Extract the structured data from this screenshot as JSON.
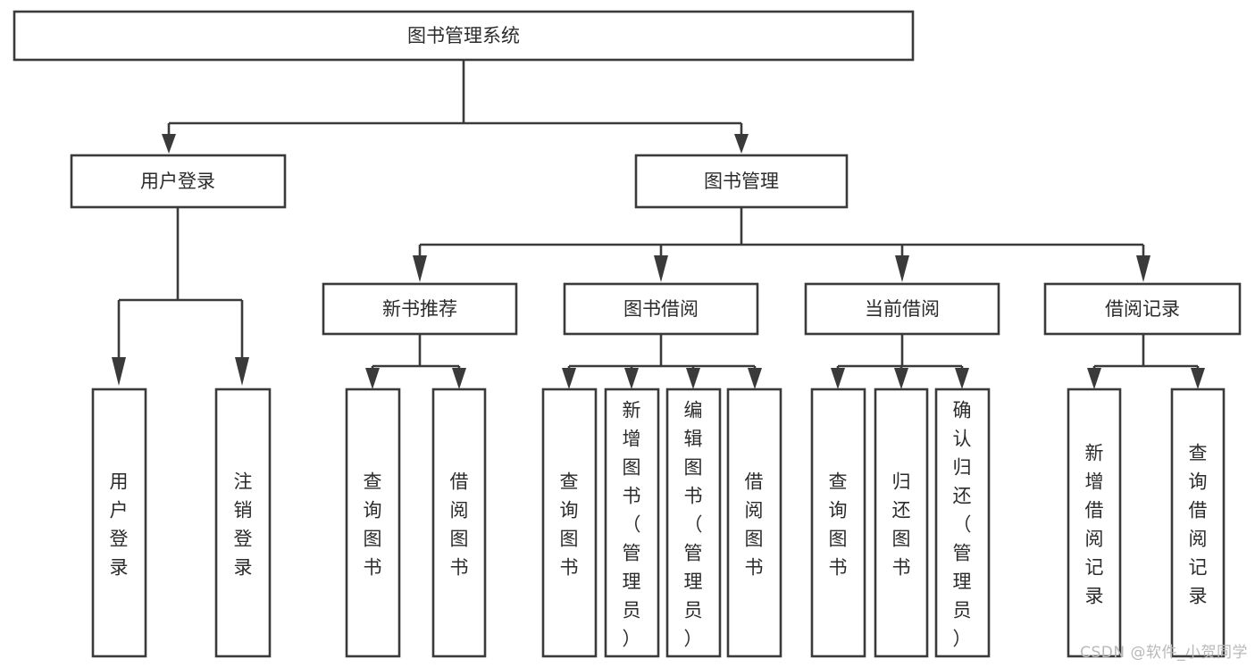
{
  "diagram": {
    "type": "tree-hierarchy",
    "title": "图书管理系统",
    "colors": {
      "stroke": "#3a3a3a",
      "fill": "#ffffff",
      "text": "#2b2b2b",
      "watermark": "#b9b9b9",
      "background": "#ffffff"
    },
    "root": {
      "label": "图书管理系统"
    },
    "level1": [
      {
        "label": "用户登录"
      },
      {
        "label": "图书管理"
      }
    ],
    "level2": [
      {
        "label": "新书推荐"
      },
      {
        "label": "图书借阅"
      },
      {
        "label": "当前借阅"
      },
      {
        "label": "借阅记录"
      }
    ],
    "leaves": {
      "user_login": [
        {
          "label": "用户登录"
        },
        {
          "label": "注销登录"
        }
      ],
      "new_book_recommend": [
        {
          "label": "查询图书"
        },
        {
          "label": "借阅图书"
        }
      ],
      "book_borrow": [
        {
          "label": "查询图书"
        },
        {
          "label": "新增图书（管理员）"
        },
        {
          "label": "编辑图书（管理员）"
        },
        {
          "label": "借阅图书"
        }
      ],
      "current_borrow": [
        {
          "label": "查询图书"
        },
        {
          "label": "归还图书"
        },
        {
          "label": "确认归还（管理员）"
        }
      ],
      "borrow_record": [
        {
          "label": "新增借阅记录"
        },
        {
          "label": "查询借阅记录"
        }
      ]
    }
  },
  "watermark": {
    "text": "CSDN @软件_小贺同学"
  }
}
